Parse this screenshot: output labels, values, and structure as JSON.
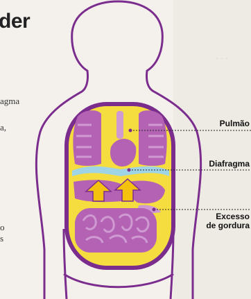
{
  "article": {
    "heading_fragment": "der",
    "text_fragments": [
      "agma",
      "a,",
      "o",
      "s"
    ]
  },
  "diagram": {
    "labels": {
      "lung": "Pulmão",
      "diaphragm": "Diafragma",
      "fat_line1": "Excesso",
      "fat_line2": "de gordura"
    },
    "colors": {
      "outline": "#7b2d8e",
      "fat": "#f6dd3f",
      "organ": "#b462b4",
      "organ_light": "#cf9ad2",
      "diaphragm": "#9fd3e6",
      "arrow": "#f4c10f",
      "background": "#f4f1ec"
    }
  }
}
